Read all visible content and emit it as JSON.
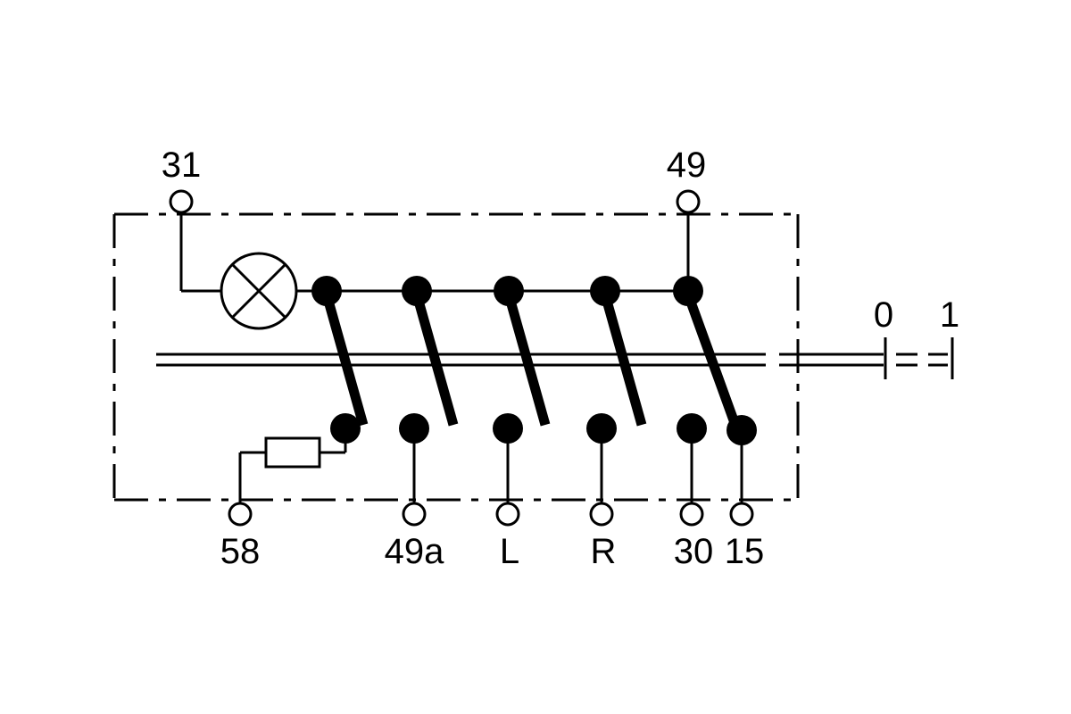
{
  "terminals": {
    "t31": "31",
    "t49": "49",
    "t58": "58",
    "t49a": "49a",
    "tL": "L",
    "tR": "R",
    "t30": "30",
    "t15": "15"
  },
  "positions": {
    "off": "0",
    "on": "1"
  },
  "colors": {
    "line": "#000000",
    "background": "#ffffff"
  }
}
